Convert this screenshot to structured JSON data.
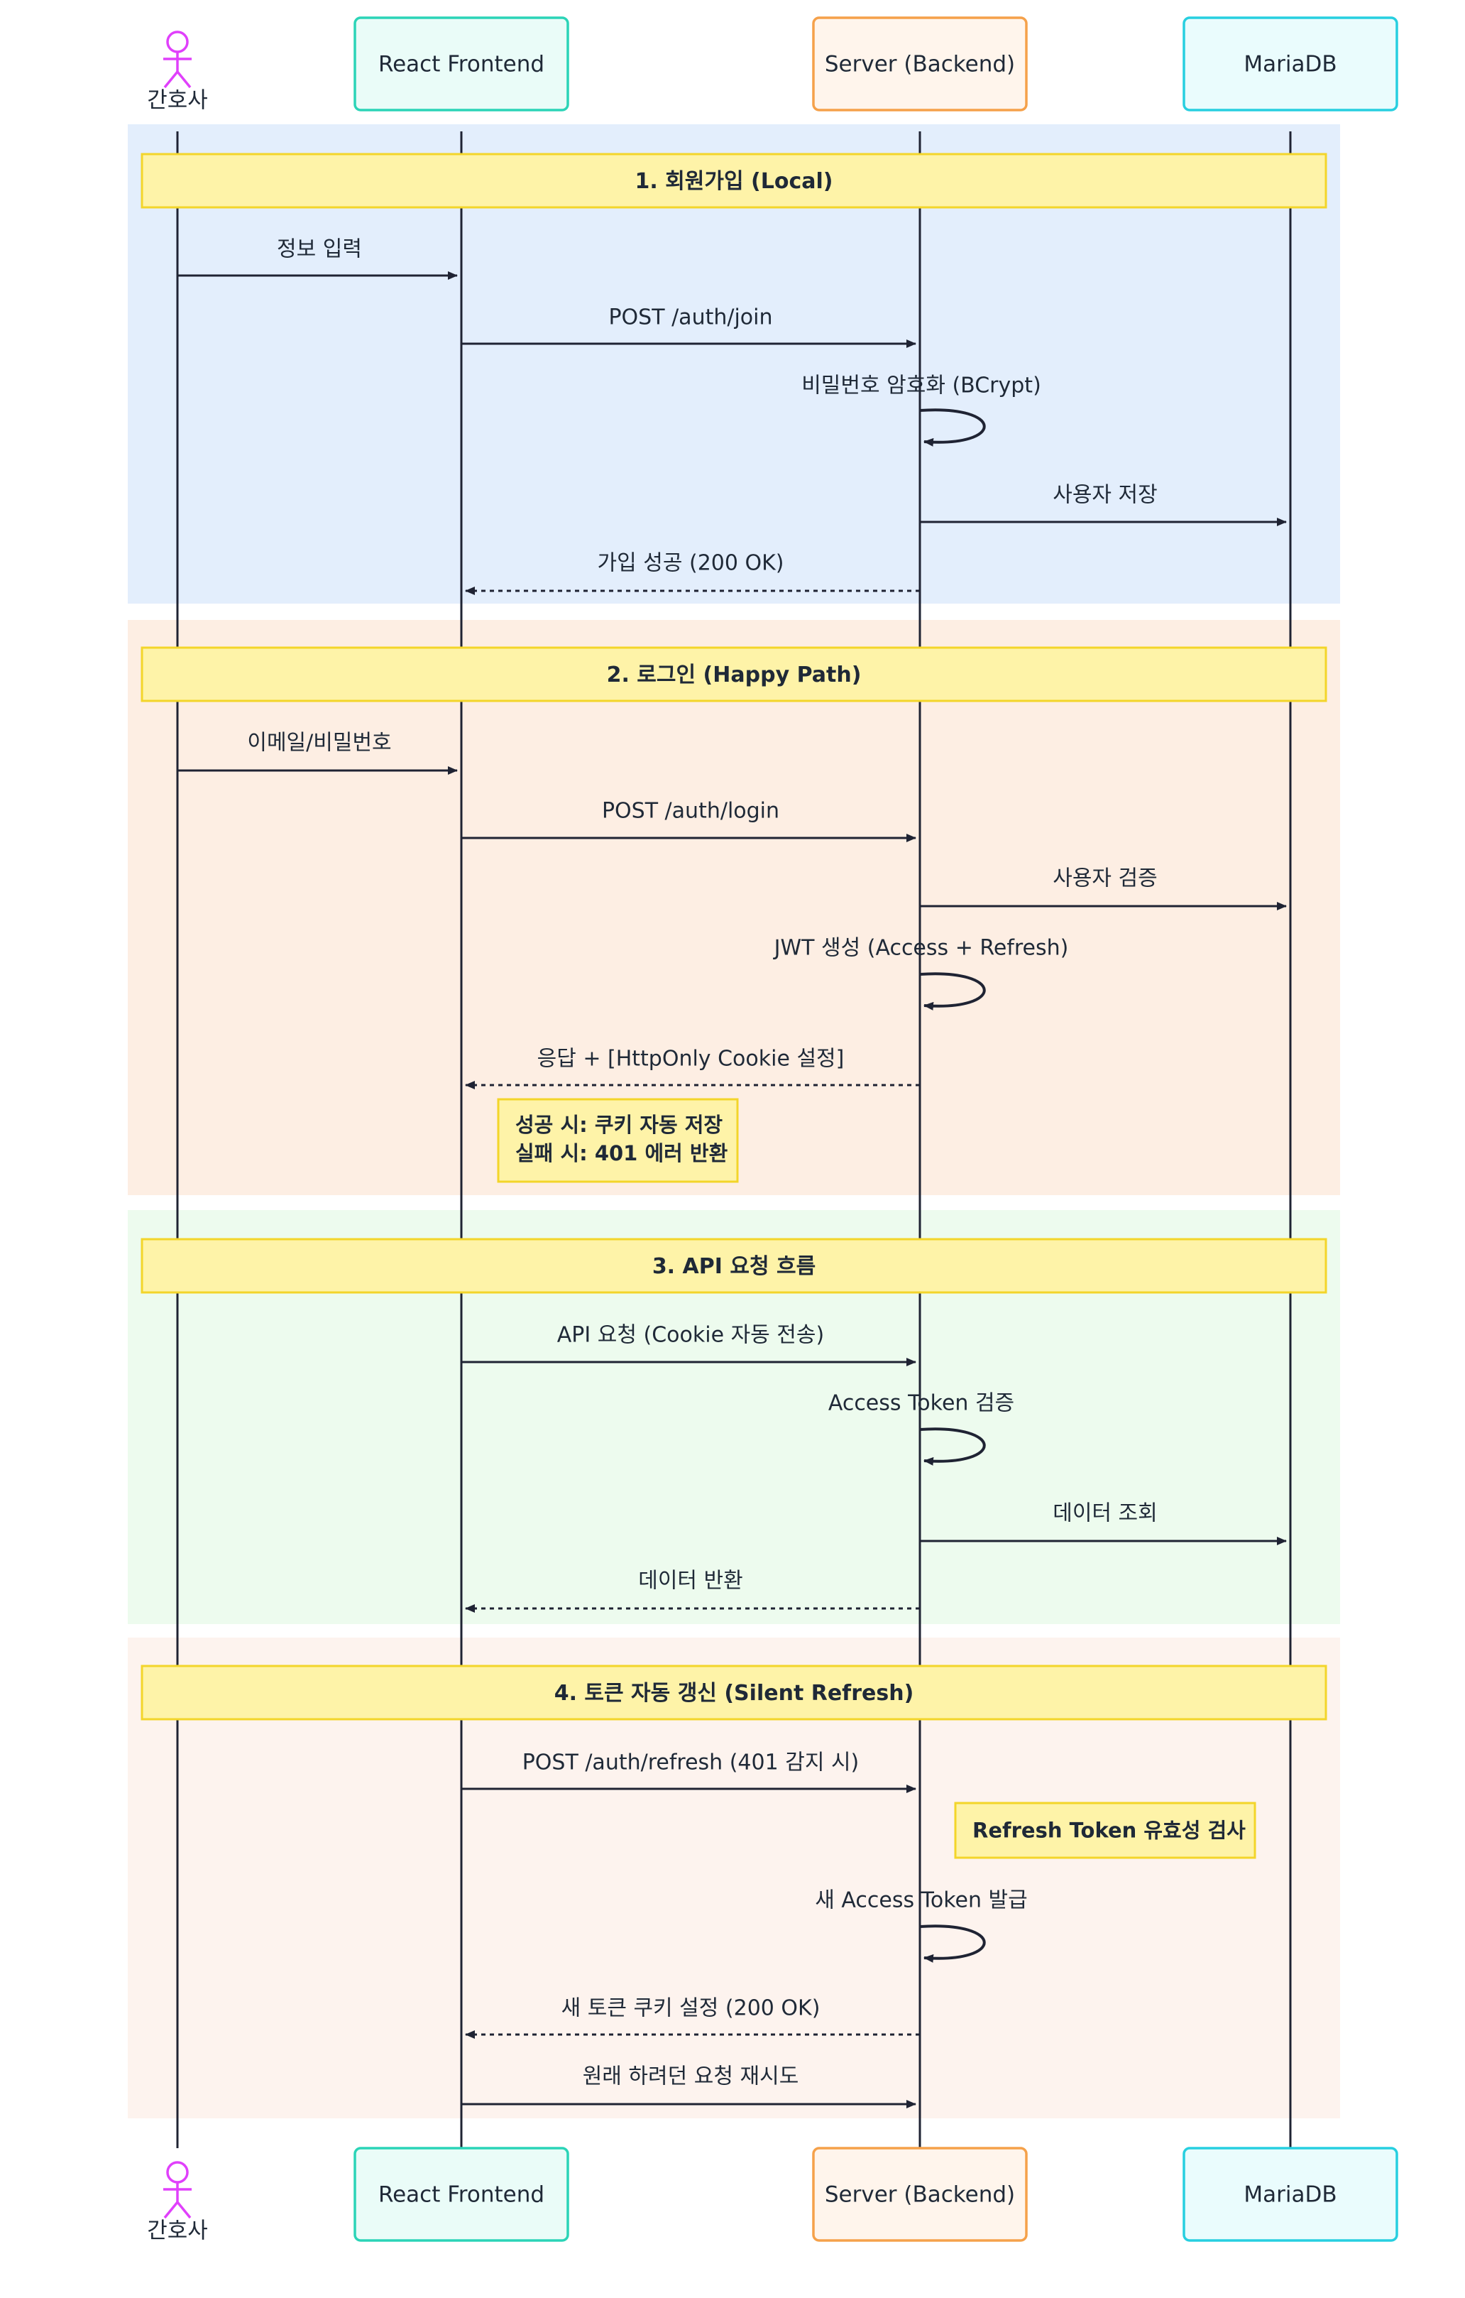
{
  "actors": [
    {
      "id": "nurse",
      "label": "간호사",
      "kind": "stick",
      "color": "#e040fb"
    },
    {
      "id": "frontend",
      "label": "React Frontend",
      "kind": "box",
      "fill": "#eafcf8",
      "stroke": "#2bd4b7"
    },
    {
      "id": "server",
      "label": "Server (Backend)",
      "kind": "box",
      "fill": "#fff5ec",
      "stroke": "#f5a14a"
    },
    {
      "id": "db",
      "label": "MariaDB",
      "kind": "box",
      "fill": "#eafcfd",
      "stroke": "#27cfe0"
    }
  ],
  "sections": [
    {
      "title": "1. 회원가입 (Local)",
      "fill": "#e3eefc"
    },
    {
      "title": "2. 로그인 (Happy Path)",
      "fill": "#fdeee3"
    },
    {
      "title": "3. API 요청 흐름",
      "fill": "#edfbee"
    },
    {
      "title": "4. 토큰 자동 갱신 (Silent Refresh)",
      "fill": "#fdf3ee"
    }
  ],
  "messages": [
    {
      "from": "nurse",
      "to": "frontend",
      "text": "정보 입력",
      "style": "solid"
    },
    {
      "from": "frontend",
      "to": "server",
      "text": "POST /auth/join",
      "style": "solid"
    },
    {
      "from": "server",
      "to": "server",
      "text": "비밀번호 암호화 (BCrypt)",
      "style": "self"
    },
    {
      "from": "server",
      "to": "db",
      "text": "사용자 저장",
      "style": "solid"
    },
    {
      "from": "server",
      "to": "frontend",
      "text": "가입 성공 (200 OK)",
      "style": "dashed"
    },
    {
      "from": "nurse",
      "to": "frontend",
      "text": "이메일/비밀번호",
      "style": "solid"
    },
    {
      "from": "frontend",
      "to": "server",
      "text": "POST /auth/login",
      "style": "solid"
    },
    {
      "from": "server",
      "to": "db",
      "text": "사용자 검증",
      "style": "solid"
    },
    {
      "from": "server",
      "to": "server",
      "text": "JWT 생성 (Access + Refresh)",
      "style": "self"
    },
    {
      "from": "server",
      "to": "frontend",
      "text": "응답 + [HttpOnly Cookie 설정]",
      "style": "dashed"
    },
    {
      "from": "frontend",
      "to": "server",
      "text": "API 요청 (Cookie 자동 전송)",
      "style": "solid"
    },
    {
      "from": "server",
      "to": "server",
      "text": "Access Token 검증",
      "style": "self"
    },
    {
      "from": "server",
      "to": "db",
      "text": "데이터 조회",
      "style": "solid"
    },
    {
      "from": "server",
      "to": "frontend",
      "text": "데이터 반환",
      "style": "dashed"
    },
    {
      "from": "frontend",
      "to": "server",
      "text": "POST /auth/refresh (401 감지 시)",
      "style": "solid"
    },
    {
      "from": "server",
      "to": "server",
      "text": "새 Access Token 발급",
      "style": "self"
    },
    {
      "from": "server",
      "to": "frontend",
      "text": "새 토큰 쿠키 설정 (200 OK)",
      "style": "dashed"
    },
    {
      "from": "frontend",
      "to": "server",
      "text": "원래 하려던 요청 재시도",
      "style": "solid"
    }
  ],
  "notes": [
    {
      "lines": [
        "성공 시: 쿠키 자동 저장",
        "실패 시: 401 에러 반환"
      ]
    },
    {
      "lines": [
        "Refresh Token 유효성 검사"
      ]
    }
  ],
  "colors": {
    "line": "#1f2333",
    "section_title_fill": "#fef3a8",
    "section_title_stroke": "#f3d52a",
    "note_fill": "#fef3a8",
    "note_stroke": "#f3d52a"
  }
}
